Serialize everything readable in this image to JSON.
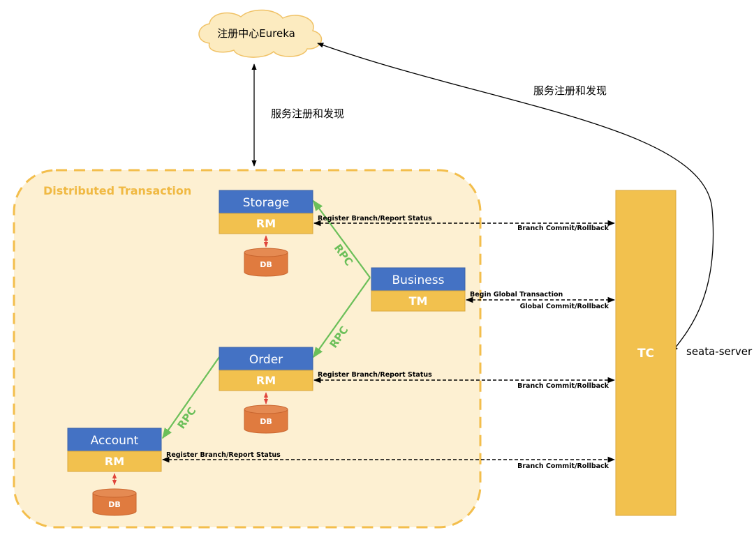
{
  "registry": {
    "label": "注册中心Eureka"
  },
  "discovery_label_left": "服务注册和发现",
  "discovery_label_right": "服务注册和发现",
  "region": {
    "title": "Distributed Transaction"
  },
  "services": {
    "storage": {
      "name": "Storage",
      "role": "RM",
      "db": "DB"
    },
    "business": {
      "name": "Business",
      "role": "TM"
    },
    "order": {
      "name": "Order",
      "role": "RM",
      "db": "DB"
    },
    "account": {
      "name": "Account",
      "role": "RM",
      "db": "DB"
    }
  },
  "rpc": {
    "storage": "RPC",
    "order": "RPC",
    "account": "RPC"
  },
  "links": {
    "storage": {
      "top": "Register Branch/Report Status",
      "bottom": "Branch Commit/Rollback"
    },
    "business": {
      "top": "Begin Global Transaction",
      "bottom": "Global Commit/Rollback"
    },
    "order": {
      "top": "Register Branch/Report Status",
      "bottom": "Branch Commit/Rollback"
    },
    "account": {
      "top": "Register Branch/Report Status",
      "bottom": "Branch Commit/Rollback"
    }
  },
  "tc": {
    "label": "TC",
    "server_label": "seata-server"
  },
  "colors": {
    "blue": "#4472C4",
    "yellow": "#F2C14E",
    "db_orange": "#E07B3F",
    "rpc_green": "#6BBF59",
    "region_fill": "#FDF0D2",
    "region_border": "#F3BE4C",
    "cloud_fill": "#FCEBC0",
    "cloud_border": "#F0C266",
    "db_arrow_red": "#E0453B"
  }
}
